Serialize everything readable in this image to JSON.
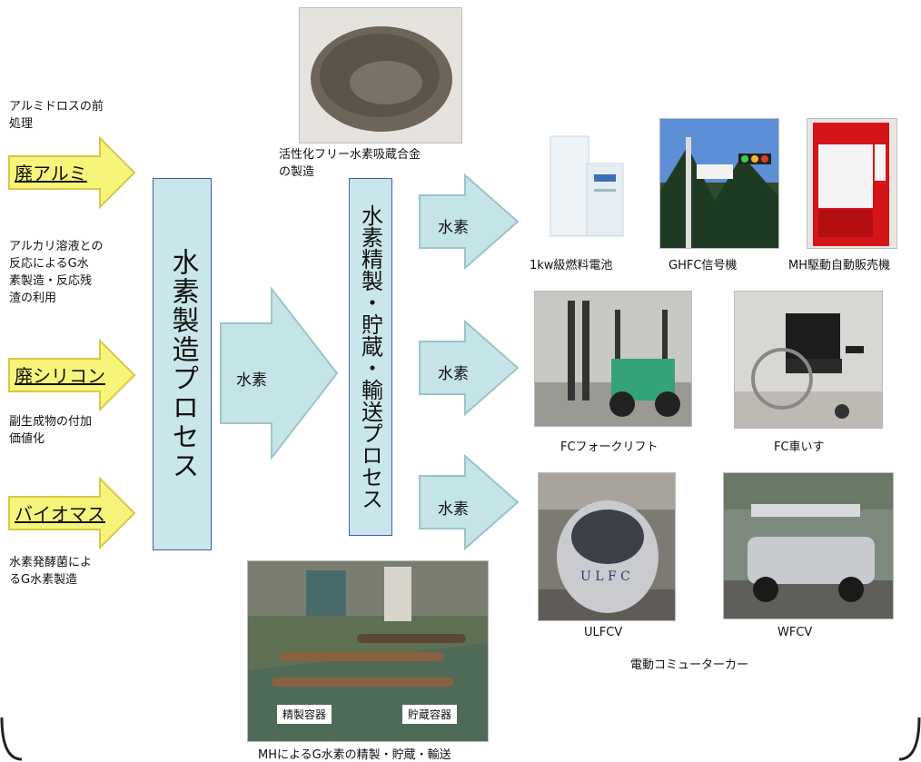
{
  "top_alloy_caption": "活性化フリー水素吸蔵合金\nの製造",
  "left": {
    "note1": "アルミドロスの前\n処理",
    "src1": "廃アルミ",
    "note2": "アルカリ溶液との\n反応によるG水\n素製造・反応残\n渣の利用",
    "src2": "廃シリコン",
    "note3": "副生成物の付加\n価値化",
    "src3": "バイオマス",
    "note4": "水素発酵菌によ\nるG水素製造"
  },
  "process1": "水素製造プロセス",
  "process2": "水素精製・貯蔵・輸送プロセス",
  "arrow_h2": "水素",
  "out_arrow1": "水素",
  "out_arrow2": "水素",
  "out_arrow3": "水素",
  "captions": {
    "fuel_cell": "1kw級燃料電池",
    "signal": "GHFC信号機",
    "vending": "MH駆動自動販売機",
    "forklift": "FCフォークリフト",
    "wheelchair": "FC車いす",
    "ulfcv": "ULFCV",
    "wfcv": "WFCV",
    "commuter": "電動コミューターカー",
    "bottom": "MHによるG水素の精製・貯蔵・輸送"
  },
  "ulfcv_text": "U L F C",
  "containers": {
    "refine": "精製容器",
    "storage": "貯蔵容器"
  },
  "colors": {
    "arrow_yellow": "#f7f47a",
    "arrow_cyan": "#c5e4e8",
    "box_fill": "#c9e6ea",
    "box_border": "#4a5aa3"
  }
}
